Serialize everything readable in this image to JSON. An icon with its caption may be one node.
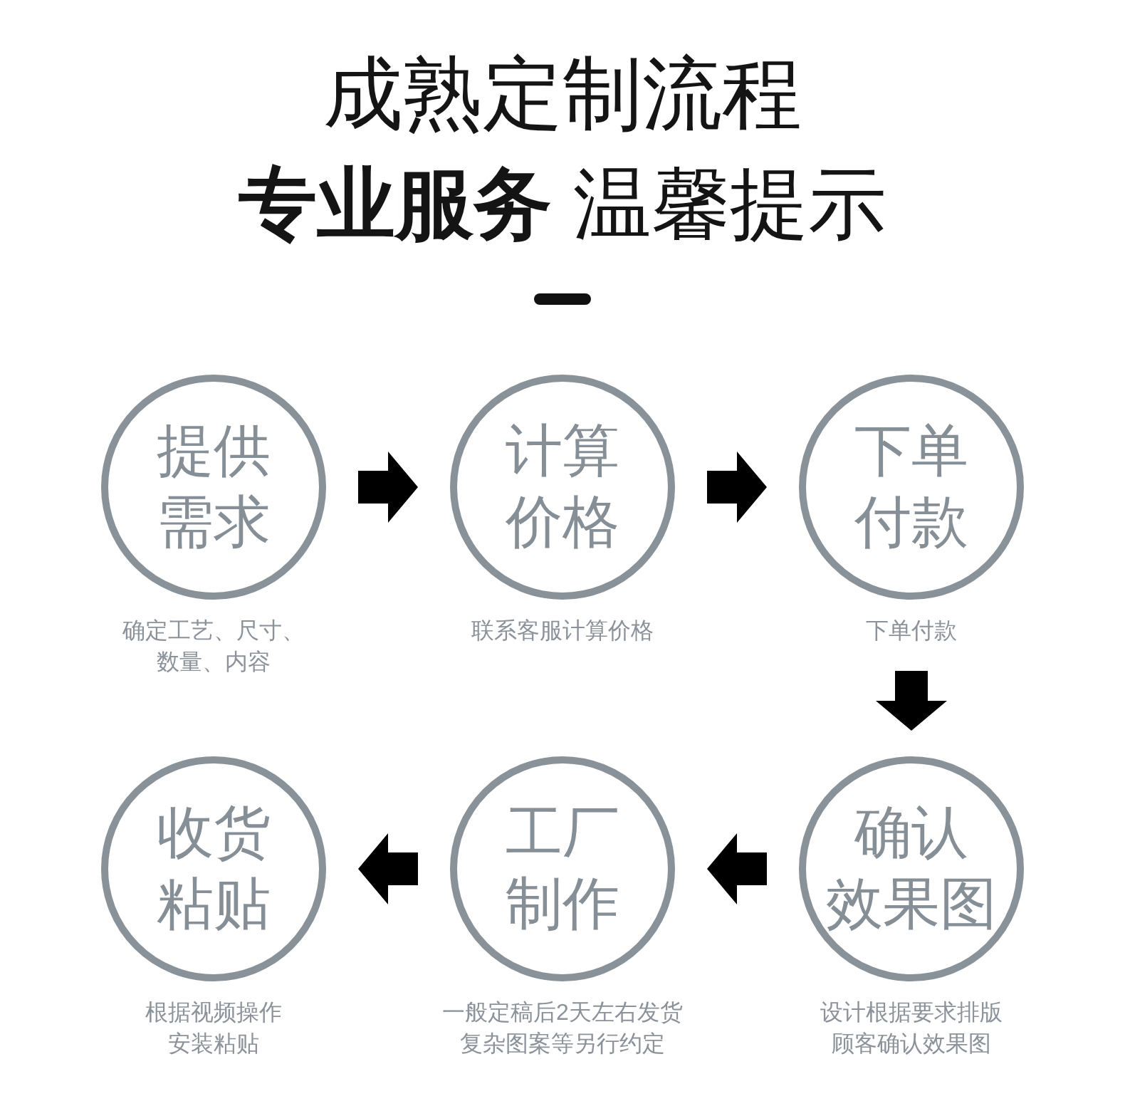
{
  "diagram": {
    "title": "成熟定制流程",
    "labels": [
      "**专业服务** 温馨提示"
    ],
    "nodes": [
      {
        "text": [
          "提供需求"
        ],
        "beside": [
          "确定工艺、尺寸、数量、内容"
        ]
      },
      {
        "text": [
          "计算价格"
        ],
        "beside": [
          "联系客服计算价格"
        ]
      },
      {
        "text": [
          "下单付款"
        ],
        "beside": [
          "下单付款"
        ]
      },
      {
        "text": [
          "收货粘贴"
        ],
        "beside": [
          "根据视频操作安装粘贴"
        ]
      },
      {
        "text": [
          "工厂制作"
        ],
        "beside": [
          "一般定稿后2天左右发货复杂图案等另行约定"
        ]
      },
      {
        "text": [
          "确认效果图"
        ],
        "beside": [
          "设计根据要求排版顾客确认效果图"
        ]
      }
    ],
    "edges": [
      {
        "from": 0,
        "to": 1,
        "arrow": "to"
      },
      {
        "from": 1,
        "to": 2,
        "arrow": "to"
      },
      {
        "from": 2,
        "to": 5,
        "arrow": "to"
      },
      {
        "from": 5,
        "to": 4,
        "arrow": "to"
      },
      {
        "from": 4,
        "to": 3,
        "arrow": "to"
      }
    ]
  }
}
